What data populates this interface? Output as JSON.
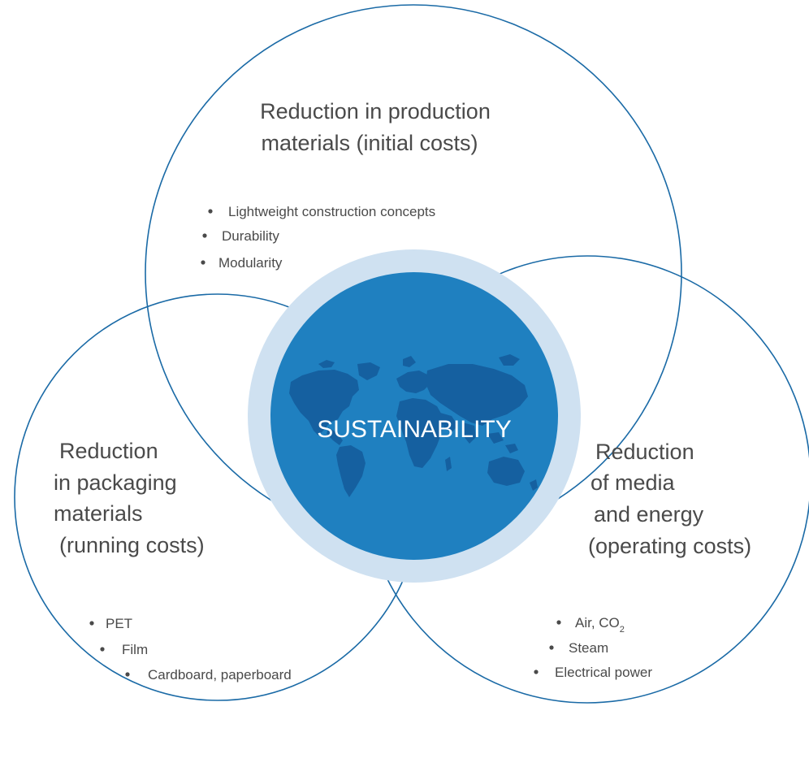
{
  "colors": {
    "outline": "#1a6aa6",
    "halo": "#cfe1f1",
    "globe": "#1f80c0",
    "continents": "#1560a0",
    "text": "#4a4a4a",
    "center_text": "#ffffff"
  },
  "center": {
    "label": "SUSTAINABILITY",
    "icon": "world-map-icon"
  },
  "top": {
    "heading_lines": [
      "Reduction in production",
      "materials (initial costs)"
    ],
    "bullets": [
      "Lightweight construction concepts",
      "Durability",
      "Modularity"
    ]
  },
  "left": {
    "heading_lines": [
      "Reduction",
      "in packaging",
      "materials",
      "(running costs)"
    ],
    "bullets": [
      "PET",
      "Film",
      "Cardboard, paperboard"
    ]
  },
  "right": {
    "heading_lines": [
      "Reduction",
      "of media",
      "and energy",
      "(operating costs)"
    ],
    "bullets": [
      "Air, CO",
      "Steam",
      "Electrical power"
    ],
    "co2_subscript": "2"
  }
}
